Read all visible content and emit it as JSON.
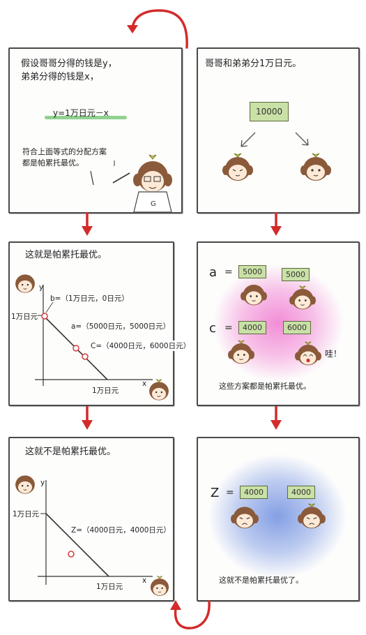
{
  "panel1": {
    "text": "假设哥哥分得的钱是y，\n弟弟分得的钱是x，",
    "equation": "y=1万日元－x",
    "caption": "符合上面等式的分配方案\n都是帕累托最优。"
  },
  "panel2": {
    "text": "哥哥和弟弟分1万日元。",
    "amount": "10000"
  },
  "panel3": {
    "title": "这就是帕累托最优。",
    "y_axis": "y",
    "x_axis": "x",
    "y_tick": "1万日元",
    "x_tick": "1万日元",
    "point_b": "b=（1万日元，0日元）",
    "point_a": "a=（5000日元，5000日元）",
    "point_c": "C=（4000日元，6000日元）"
  },
  "panel4": {
    "label_a": "a",
    "label_c": "c",
    "equals": "=",
    "a_left": "5000",
    "a_right": "5000",
    "c_left": "4000",
    "c_right": "6000",
    "exclaim": "哇！",
    "caption": "这些方案都是帕累托最优。",
    "glow_color": "#f07ad0"
  },
  "panel5": {
    "title": "这就不是帕累托最优。",
    "y_axis": "y",
    "x_axis": "x",
    "y_tick": "1万日元",
    "x_tick": "1万日元",
    "point_z": "Z=（4000日元，4000日元）"
  },
  "panel6": {
    "label_z": "Z",
    "equals": "=",
    "z_left": "4000",
    "z_right": "4000",
    "caption": "这就不是帕累托最优了。",
    "glow_color": "#6f8fe0"
  },
  "colors": {
    "arrow": "#d42a2a",
    "money_fill": "#c9e0a6",
    "highlight": "#8fd18f",
    "point": "#d43a3a"
  }
}
